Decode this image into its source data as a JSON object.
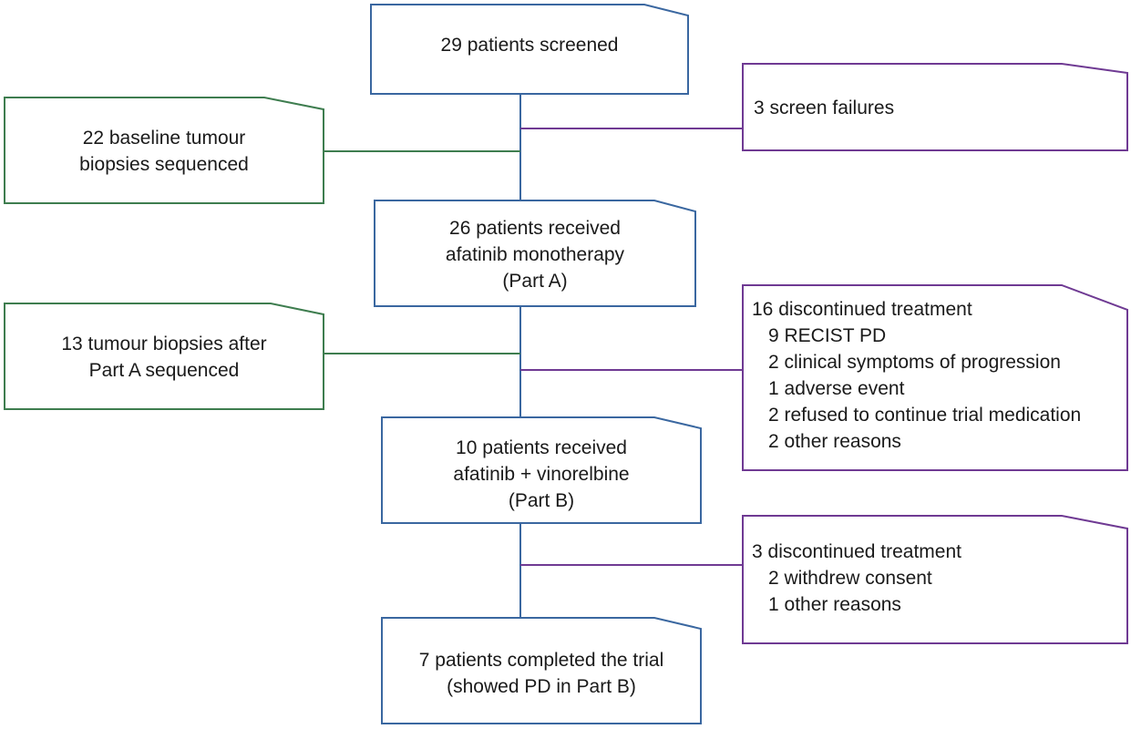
{
  "colors": {
    "main": "#3a67a0",
    "side_green": "#3e7d4f",
    "side_purple": "#6f3a93",
    "text": "#1a1a1a"
  },
  "flowchart": {
    "screened": {
      "lines": [
        "29 patients screened"
      ]
    },
    "screen_failures": {
      "lines": [
        "3 screen failures"
      ]
    },
    "baseline_biopsies": {
      "lines": [
        "22 baseline tumour",
        "biopsies sequenced"
      ]
    },
    "part_a": {
      "lines": [
        "26 patients received",
        "afatinib monotherapy",
        "(Part A)"
      ]
    },
    "part_a_biopsies": {
      "lines": [
        "13 tumour biopsies after",
        "Part A sequenced"
      ]
    },
    "part_a_discontinued": {
      "heading": "16 discontinued treatment",
      "reasons": [
        "9 RECIST PD",
        "2 clinical symptoms of progression",
        "1 adverse event",
        "2 refused to continue trial medication",
        "2 other reasons"
      ]
    },
    "part_b": {
      "lines": [
        "10 patients received",
        "afatinib + vinorelbine",
        "(Part B)"
      ]
    },
    "part_b_discontinued": {
      "heading": "3 discontinued treatment",
      "reasons": [
        "2 withdrew consent",
        "1 other reasons"
      ]
    },
    "completed": {
      "lines": [
        "7 patients completed the trial",
        "(showed PD in Part B)"
      ]
    }
  }
}
